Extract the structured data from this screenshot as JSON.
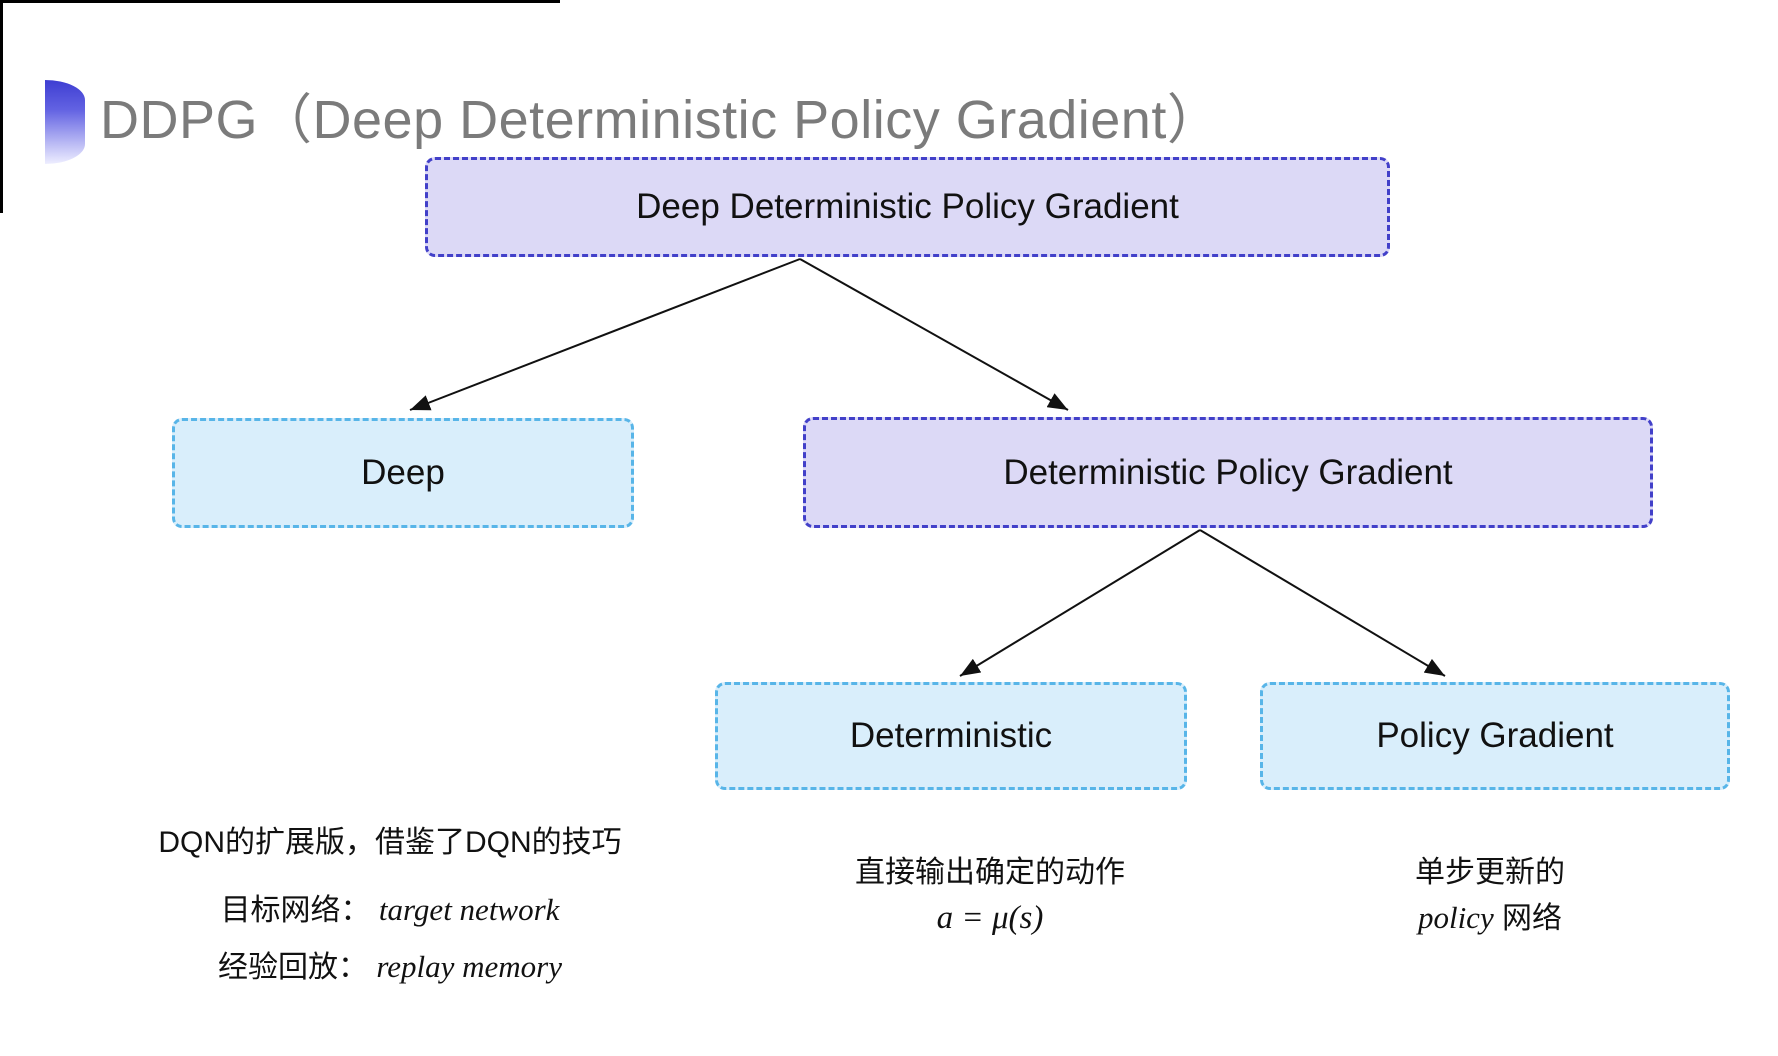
{
  "title": {
    "text": "DDPG（Deep Deterministic Policy Gradient）"
  },
  "diagram": {
    "root": {
      "label": "Deep Deterministic Policy Gradient"
    },
    "deep": {
      "label": "Deep"
    },
    "dpg": {
      "label": "Deterministic Policy Gradient"
    },
    "deterministic": {
      "label": "Deterministic"
    },
    "policy_gradient": {
      "label": "Policy Gradient"
    }
  },
  "notes": {
    "deep": {
      "line1": "DQN的扩展版，借鉴了DQN的技巧",
      "line2_label": "目标网络：",
      "line2_term": "target network",
      "line3_label": "经验回放：",
      "line3_term": "replay memory"
    },
    "deterministic": {
      "line1": "直接输出确定的动作",
      "formula": "a = μ(s)"
    },
    "policy_gradient": {
      "line1": "单步更新的",
      "line2_term": "policy",
      "line2_suffix": " 网络"
    }
  },
  "colors": {
    "purple_fill": "#dcd9f6",
    "purple_border": "#4240c9",
    "cyan_fill": "#d9eefb",
    "cyan_border": "#58b5e8",
    "arrow": "#111111",
    "title_text": "#7b7b7b",
    "bullet_gradient_top": "#3e3ed2",
    "bullet_gradient_bottom": "#eeeeff"
  }
}
